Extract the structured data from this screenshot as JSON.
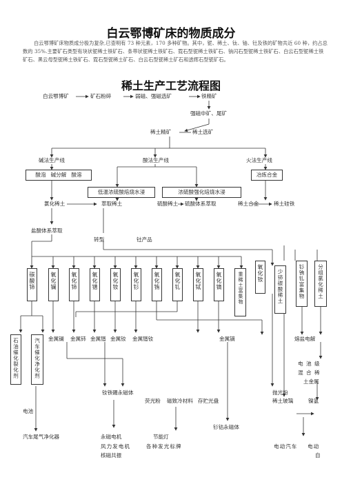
{
  "doc": {
    "title": "白云鄂博矿床的物质成分",
    "intro": "白云鄂博矿床物质成分极为复杂,已查明有 73 种元素，170 多种矿物。其中，铌、稀土、钛、铀、钍及铁的矿物共近 60 种，约占总数的 35%.主要矿石类型有块状铌稀土铁矿石、条带状铌稀土铁矿石、霓石型铌稀土铁矿石、钠闪石型铌稀土铁矿石、白云石型铌稀土铁矿石、黑云母型铌稀土铁矿石、霓石型铌稀土矿石、白云石型铌稀土矿石和透辉石型铌矿石。",
    "flow_title": "稀土生产工艺流程图"
  },
  "flow": {
    "top": {
      "ore": "白云鄂博矿",
      "crushing": "矿石粉碎",
      "separation": "弱磁、强磁选矿",
      "iron_concentrate": "铁精矿",
      "middling": "强磁中矿、尾矿",
      "re_concentrate": "稀土精矿",
      "re_separation": "稀土选矿"
    },
    "lines": {
      "alkali": "碱法生产线",
      "acid": "酸法生产线",
      "fire": "火法生产线"
    },
    "alkali_box": [
      "酸泡",
      "碱分解",
      "酸溶"
    ],
    "acid_box1": "低温浓硫酸焙烧水浸",
    "acid_box2": "浓硫酸强化焙烧水浸",
    "fire_box": "冶炼合金",
    "row2": {
      "re_chloride": "氯化稀土",
      "extraction": "萃取稀土",
      "re_sulfate": "硫酸稀土",
      "sulfate_extraction": "硫酸体系萃取",
      "re_alloy": "稀土合金",
      "re_silicon_iron": "稀土硅铁"
    },
    "hcl_extraction": "盐酸体系萃取",
    "transform": "转型",
    "thorium": "钍产品",
    "elements": [
      "碳酸铈",
      "氧化镧",
      "氧化铈",
      "氧化镨",
      "氧化钕",
      "氧化钐",
      "氧化铕",
      "氧化钆",
      "氧化铽",
      "氧化镝"
    ],
    "heavy": "重稀土富集物",
    "right_elements": [
      "氧化钕",
      "少铈碳酸稀土",
      "钐铕钆富集物",
      "分组氯化稀土"
    ],
    "catalysts": [
      "石油催化裂化剂",
      "汽车催化净化剂"
    ],
    "metals": {
      "la": "金属镧",
      "ce": "金属铈",
      "pr": "金属镨",
      "nd": "金属钕",
      "prnd": "金属镨钕",
      "dy": "金属镝",
      "molten": "熔盐电解"
    },
    "battery": [
      "电 池 级",
      "混 合 稀",
      "土金属"
    ],
    "products": {
      "ndfeb": "钕铁硼永磁体",
      "phosphor": "荧光粉",
      "magnetostrictive": "磁致冷材料",
      "storage": "存贮光盘",
      "polishing": "抛光粉",
      "glass": "稀土玻璃",
      "nickel": "镍氢",
      "smco": "钐钴永磁体",
      "battery_label": "电池",
      "exhaust": "汽车尾气净化器",
      "motor": "永磁电机",
      "wind": "风力发电机",
      "mri": "核磁共振",
      "lamp": "节能灯",
      "display": "各种发光标牌",
      "ev": "电动汽车",
      "ev2": "电动",
      "ev3": "自"
    }
  }
}
